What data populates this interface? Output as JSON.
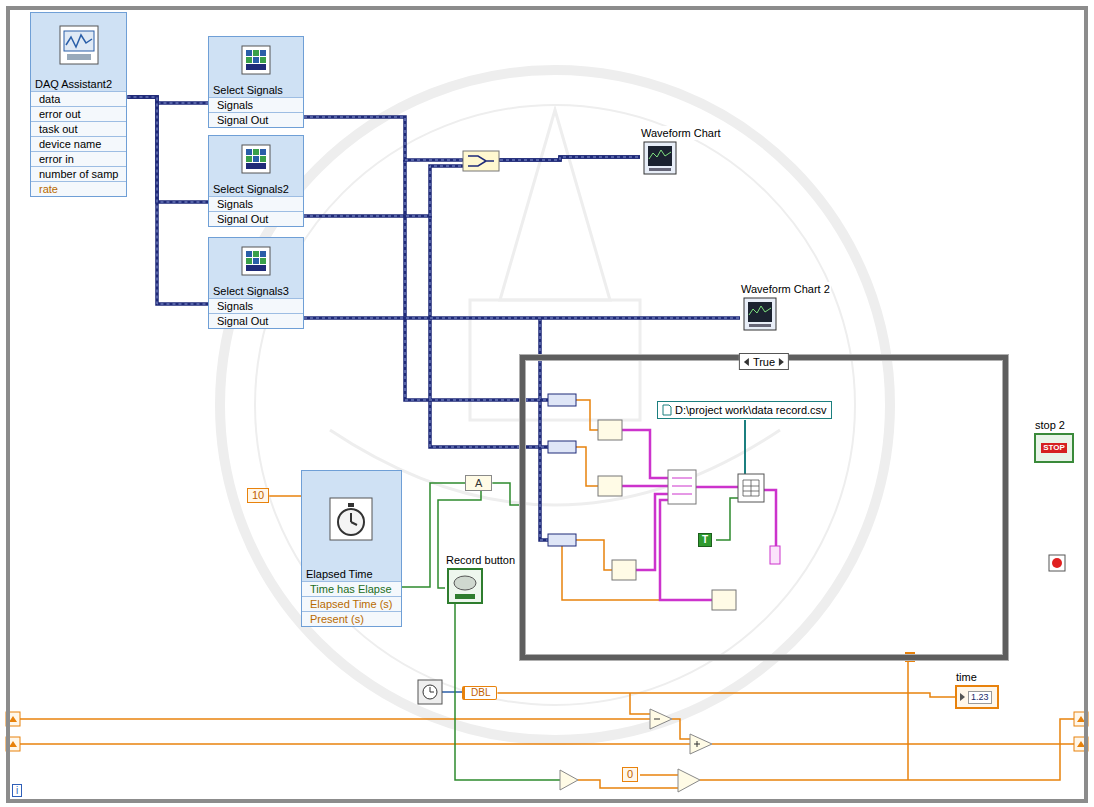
{
  "diagram": {
    "nodes": [
      {
        "text": [
          "i"
        ]
      },
      {
        "text": [
          "DAQ Assistant2",
          "data",
          "error out",
          "task out",
          "device name",
          "error in",
          "number of samp",
          "rate"
        ],
        "in": 0
      },
      {
        "text": [
          "Select Signals",
          "Signals",
          "Signal Out"
        ],
        "in": 0
      },
      {
        "text": [
          "Select Signals2",
          "Signals",
          "Signal Out"
        ],
        "in": 0
      },
      {
        "text": [
          "Select Signals3",
          "Signals",
          "Signal Out"
        ],
        "in": 0
      },
      {
        "text": [
          "Waveform Chart"
        ],
        "in": 0
      },
      {
        "text": [
          "Waveform Chart 2"
        ],
        "in": 0
      },
      {
        "text": [
          "True"
        ],
        "in": 0
      },
      {
        "text": [
          "D:\\project work\\data record.csv"
        ],
        "in": 7
      },
      {
        "text": [
          "T"
        ],
        "in": 7
      },
      {
        "text": [
          "10"
        ],
        "in": 0
      },
      {
        "text": [
          "Elapsed Time",
          "Time has Elapse",
          "Elapsed Time (s)",
          "Present (s)"
        ],
        "in": 0
      },
      {
        "text": [
          "A"
        ],
        "in": 0
      },
      {
        "text": [
          "Record button"
        ],
        "in": 0
      },
      {
        "text": [
          "stop 2",
          "STOP"
        ],
        "in": 0
      },
      {
        "text": [
          "DBL"
        ],
        "in": 0
      },
      {
        "text": [
          "time",
          "1.23"
        ],
        "in": 0
      },
      {
        "text": [
          "0"
        ],
        "in": 0
      }
    ],
    "edges": [
      {
        "from": 1,
        "to": 2,
        "arrow": "none"
      },
      {
        "from": 1,
        "to": 3,
        "arrow": "none"
      },
      {
        "from": 1,
        "to": 4,
        "arrow": "none"
      },
      {
        "from": 2,
        "to": 5,
        "arrow": "none"
      },
      {
        "from": 3,
        "to": 5,
        "arrow": "none"
      },
      {
        "from": 4,
        "to": 6,
        "arrow": "none"
      },
      {
        "from": 10,
        "to": 11,
        "arrow": "none"
      },
      {
        "from": 11,
        "to": 12,
        "arrow": "none"
      },
      {
        "from": 13,
        "to": 12,
        "arrow": "none"
      },
      {
        "from": 12,
        "to": 7,
        "arrow": "none"
      },
      {
        "from": 15,
        "to": 16,
        "arrow": "none"
      }
    ]
  }
}
